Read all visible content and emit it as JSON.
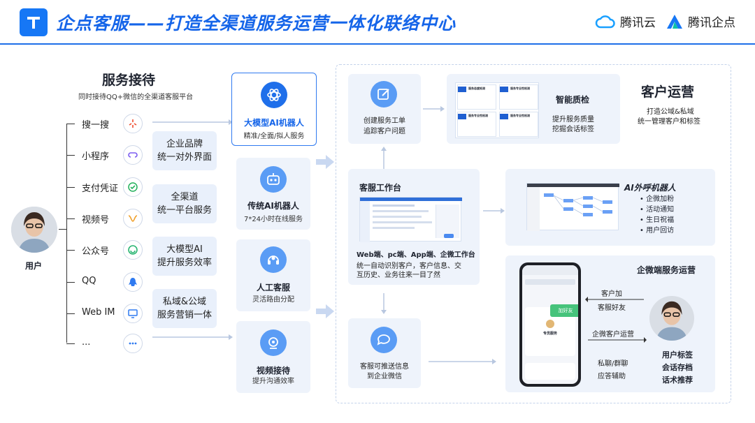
{
  "header": {
    "title": "企点客服——打造全渠道服务运营一体化联络中心",
    "brand_cloud": "腾讯云",
    "brand_qidian": "腾讯企点"
  },
  "service": {
    "title": "服务接待",
    "subtitle": "同时接待QQ+微信的全渠道客服平台",
    "user_label": "用户",
    "channels": [
      "搜一搜",
      "小程序",
      "支付凭证",
      "视频号",
      "公众号",
      "QQ",
      "Web IM",
      "..."
    ],
    "pills": [
      [
        "企业品牌",
        "统一对外界面"
      ],
      [
        "全渠道",
        "统一平台服务"
      ],
      [
        "大模型AI",
        "提升服务效率"
      ],
      [
        "私域&公域",
        "服务营销一体"
      ]
    ]
  },
  "modes": [
    {
      "title": "大模型AI机器人",
      "sub": "精准/全面/拟人服务"
    },
    {
      "title": "传统AI机器人",
      "sub": "7*24小时在线服务"
    },
    {
      "title": "人工客服",
      "sub": "灵活路由分配"
    },
    {
      "title": "视频接待",
      "sub": "提升沟通效率"
    }
  ],
  "ops": {
    "title": "客户运营",
    "desc": [
      "打造公域&私域",
      "统一管理客户和标签"
    ]
  },
  "ticket": {
    "lines": [
      "创建服务工单",
      "追踪客户问题"
    ]
  },
  "qc": {
    "title": "智能质检",
    "desc": [
      "提升服务质量",
      "挖掘会话标签"
    ],
    "mini_labels": [
      "服务态度检测",
      "服务专业性检测",
      "服务专业性检测",
      "服务专业性检测"
    ]
  },
  "workbench": {
    "title": "客服工作台",
    "desc_bold": "Web端、pc端、App端、企微工作台",
    "desc": [
      "统一自动识别客户，客户信息、交",
      "互历史、业务往来一目了然"
    ]
  },
  "callbot": {
    "title": "AI外呼机器人",
    "items": [
      "企微加粉",
      "活动通知",
      "生日祝福",
      "用户回访"
    ]
  },
  "wecom": {
    "title": "企微端服务运营",
    "arrow_top": [
      "客户加",
      "客服好友"
    ],
    "arrow_mid": "企微客户运营",
    "arrow_bottom": [
      "私聊/群聊",
      "应答辅助"
    ],
    "features": [
      "用户标签",
      "会话存档",
      "话术推荐"
    ],
    "phone_tag": "专员服务",
    "phone_bubble": "加好友"
  },
  "push": {
    "lines": [
      "客服可推送信息",
      "到企业微信"
    ]
  },
  "colors": {
    "accent": "#1677f5",
    "card": "#eef3fb",
    "dash": "#c3d2ea"
  }
}
